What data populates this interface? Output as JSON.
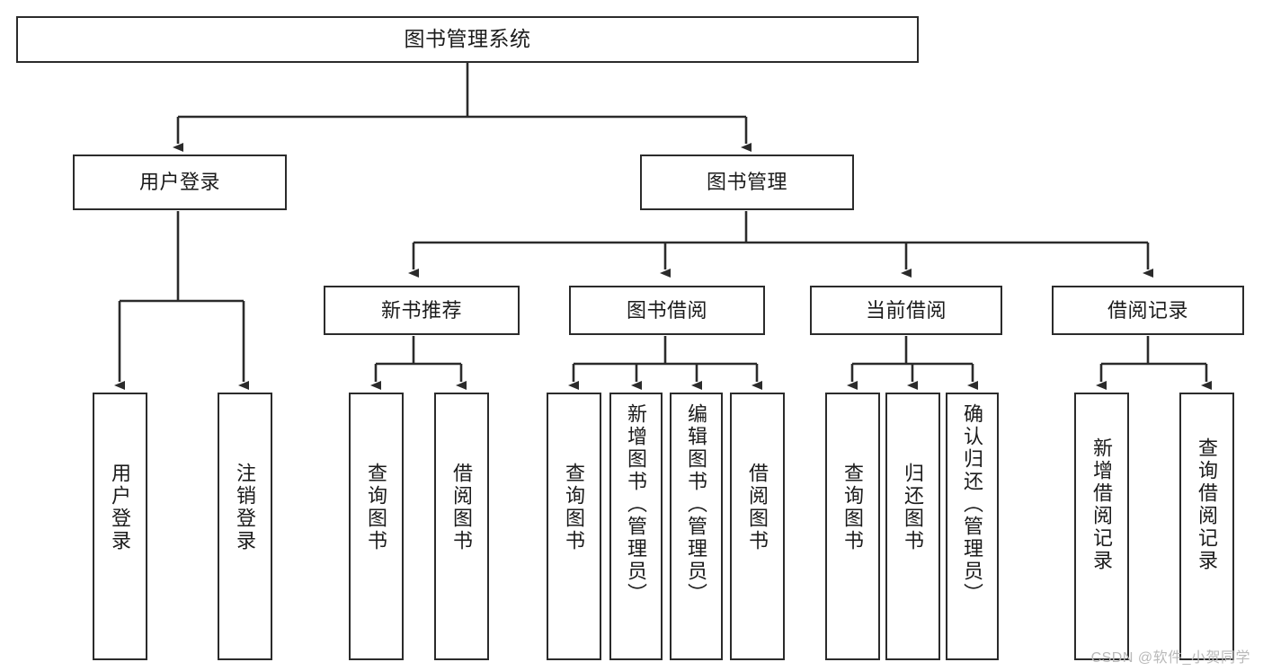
{
  "diagram": {
    "title": "图书管理系统",
    "type": "tree-hierarchy",
    "orientation": "top-down",
    "colors": {
      "stroke": "#2b2b2b",
      "fill": "#ffffff",
      "text": "#1b1b1b",
      "watermark": "#b9b9b9"
    },
    "levels": {
      "root": [
        "图书管理系统"
      ],
      "level2": [
        "用户登录",
        "图书管理"
      ],
      "level3": [
        "新书推荐",
        "图书借阅",
        "当前借阅",
        "借阅记录"
      ],
      "level4": [
        "用户登录",
        "注销登录",
        "查询图书",
        "借阅图书",
        "查询图书",
        "新增图书（管理员）",
        "编辑图书（管理员）",
        "借阅图书",
        "查询图书",
        "归还图书",
        "确认归还（管理员）",
        "新增借阅记录",
        "查询借阅记录"
      ]
    },
    "nodes": {
      "root": {
        "label": "图书管理系统"
      },
      "user_login": {
        "label": "用户登录"
      },
      "book_manage": {
        "label": "图书管理"
      },
      "new_book_rec": {
        "label": "新书推荐"
      },
      "book_borrow": {
        "label": "图书借阅"
      },
      "current_borrow": {
        "label": "当前借阅"
      },
      "borrow_record": {
        "label": "借阅记录"
      },
      "leaf_user_login": {
        "label": "用户登录"
      },
      "leaf_logout": {
        "label": "注销登录"
      },
      "leaf_query_book_a": {
        "label": "查询图书"
      },
      "leaf_borrow_book_a": {
        "label": "借阅图书"
      },
      "leaf_query_book_b": {
        "label": "查询图书"
      },
      "leaf_add_book": {
        "label": "新增图书（管理员）"
      },
      "leaf_edit_book": {
        "label": "编辑图书（管理员）"
      },
      "leaf_borrow_book_b": {
        "label": "借阅图书"
      },
      "leaf_query_book_c": {
        "label": "查询图书"
      },
      "leaf_return_book": {
        "label": "归还图书"
      },
      "leaf_confirm_return": {
        "label": "确认归还（管理员）"
      },
      "leaf_add_record": {
        "label": "新增借阅记录"
      },
      "leaf_query_record": {
        "label": "查询借阅记录"
      }
    },
    "edges": [
      {
        "from": "root",
        "to": "user_login"
      },
      {
        "from": "root",
        "to": "book_manage"
      },
      {
        "from": "user_login",
        "to": "leaf_user_login"
      },
      {
        "from": "user_login",
        "to": "leaf_logout"
      },
      {
        "from": "book_manage",
        "to": "new_book_rec"
      },
      {
        "from": "book_manage",
        "to": "book_borrow"
      },
      {
        "from": "book_manage",
        "to": "current_borrow"
      },
      {
        "from": "book_manage",
        "to": "borrow_record"
      },
      {
        "from": "new_book_rec",
        "to": "leaf_query_book_a"
      },
      {
        "from": "new_book_rec",
        "to": "leaf_borrow_book_a"
      },
      {
        "from": "book_borrow",
        "to": "leaf_query_book_b"
      },
      {
        "from": "book_borrow",
        "to": "leaf_add_book"
      },
      {
        "from": "book_borrow",
        "to": "leaf_edit_book"
      },
      {
        "from": "book_borrow",
        "to": "leaf_borrow_book_b"
      },
      {
        "from": "current_borrow",
        "to": "leaf_query_book_c"
      },
      {
        "from": "current_borrow",
        "to": "leaf_return_book"
      },
      {
        "from": "current_borrow",
        "to": "leaf_confirm_return"
      },
      {
        "from": "borrow_record",
        "to": "leaf_add_record"
      },
      {
        "from": "borrow_record",
        "to": "leaf_query_record"
      }
    ]
  },
  "watermark": {
    "text": "CSDN @软件_小贺同学"
  }
}
